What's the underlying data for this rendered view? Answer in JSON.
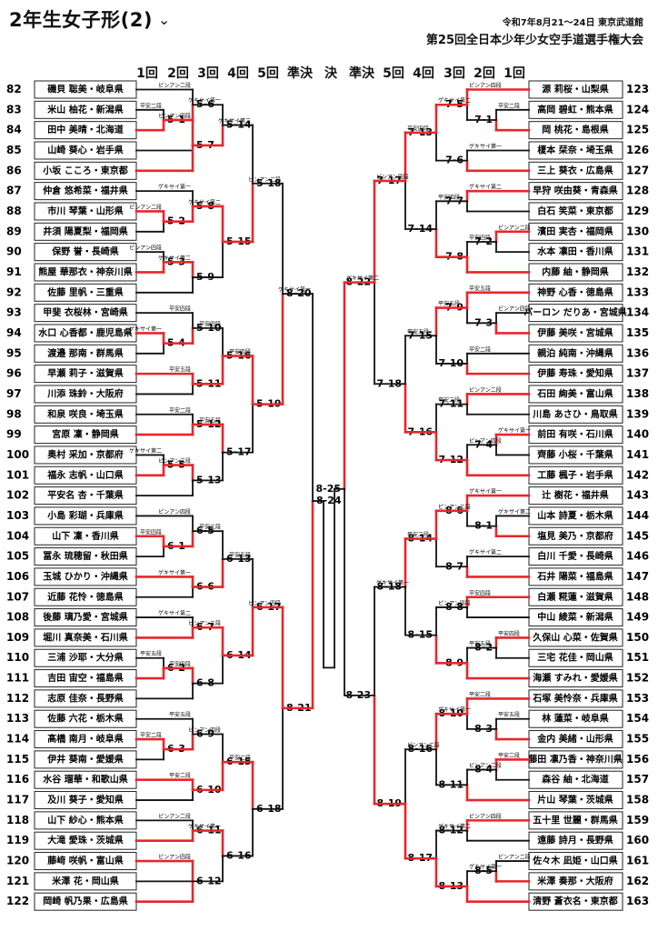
{
  "title": "2年生女子形(2)",
  "date": "令和7年8月21～24日 東京武道館",
  "tournament": "第25回全日本少年少女空手道選手権大会",
  "rounds": [
    "1回",
    "2回",
    "3回",
    "4回",
    "5回",
    "準決",
    "決",
    "準決",
    "5回",
    "4回",
    "3回",
    "2回",
    "1回"
  ],
  "left": [
    {
      "n": "82",
      "name": "磯貝 聡美・岐阜県"
    },
    {
      "n": "83",
      "name": "米山 柚花・新潟県"
    },
    {
      "n": "84",
      "name": "田中 美晴・北海道"
    },
    {
      "n": "85",
      "name": "山崎 葵心・岩手県"
    },
    {
      "n": "86",
      "name": "小坂 こころ・東京都"
    },
    {
      "n": "87",
      "name": "仲倉 悠希菜・福井県"
    },
    {
      "n": "88",
      "name": "市川 琴葉・山形県"
    },
    {
      "n": "89",
      "name": "井須 陽夏梨・福岡県"
    },
    {
      "n": "90",
      "name": "保野 誉・長崎県"
    },
    {
      "n": "91",
      "name": "熊屋 華那衣・神奈川県"
    },
    {
      "n": "92",
      "name": "佐藤 里帆・三重県"
    },
    {
      "n": "93",
      "name": "甲斐 衣桜林・宮崎県"
    },
    {
      "n": "94",
      "name": "水口 心香都・鹿児島県"
    },
    {
      "n": "95",
      "name": "渡邉 那南・群馬県"
    },
    {
      "n": "96",
      "name": "早瀬 莉子・滋賀県"
    },
    {
      "n": "97",
      "name": "川添 珠鈴・大阪府"
    },
    {
      "n": "98",
      "name": "和泉 咲良・埼玉県"
    },
    {
      "n": "99",
      "name": "宮原 凜・静岡県"
    },
    {
      "n": "100",
      "name": "奥村 采加・京都府"
    },
    {
      "n": "101",
      "name": "福永 志帆・山口県"
    },
    {
      "n": "102",
      "name": "平安名 杏・千葉県"
    },
    {
      "n": "103",
      "name": "小島 彩瑚・兵庫県"
    },
    {
      "n": "104",
      "name": "山下 凜・香川県"
    },
    {
      "n": "105",
      "name": "冨永 琉穂留・秋田県"
    },
    {
      "n": "106",
      "name": "玉城 ひかり・沖縄県"
    },
    {
      "n": "107",
      "name": "近藤 花怜・徳島県"
    },
    {
      "n": "108",
      "name": "後藤 璃乃愛・宮城県"
    },
    {
      "n": "109",
      "name": "堀川 真奈美・石川県"
    },
    {
      "n": "110",
      "name": "三浦 沙耶・大分県"
    },
    {
      "n": "111",
      "name": "吉田 宙空・福島県"
    },
    {
      "n": "112",
      "name": "志原 佳奈・長野県"
    },
    {
      "n": "113",
      "name": "佐藤 六花・栃木県"
    },
    {
      "n": "114",
      "name": "髙橋 南月・岐阜県"
    },
    {
      "n": "115",
      "name": "伊井 葵南・愛媛県"
    },
    {
      "n": "116",
      "name": "水谷 瑠華・和歌山県"
    },
    {
      "n": "117",
      "name": "及川 葵子・愛知県"
    },
    {
      "n": "118",
      "name": "山下 紗心・熊本県"
    },
    {
      "n": "119",
      "name": "大滝 愛珠・茨城県"
    },
    {
      "n": "120",
      "name": "藤﨑 咲帆・富山県"
    },
    {
      "n": "121",
      "name": "米澤 花・岡山県"
    },
    {
      "n": "122",
      "name": "岡崎 帆乃果・広島県"
    }
  ],
  "right": [
    {
      "n": "123",
      "name": "源 莉桜・山梨県"
    },
    {
      "n": "124",
      "name": "高岡 碧虹・熊本県"
    },
    {
      "n": "125",
      "name": "岡 桃花・島根県"
    },
    {
      "n": "126",
      "name": "榎本 栞奈・埼玉県"
    },
    {
      "n": "127",
      "name": "三上 葵衣・広島県"
    },
    {
      "n": "128",
      "name": "早狩 咲由葵・青森県"
    },
    {
      "n": "129",
      "name": "白石 笑菜・東京都"
    },
    {
      "n": "130",
      "name": "濱田 実杏・福岡県"
    },
    {
      "n": "131",
      "name": "水本 凛田・香川県"
    },
    {
      "n": "132",
      "name": "内藤 紬・静岡県"
    },
    {
      "n": "133",
      "name": "神野 心香・徳島県"
    },
    {
      "n": "134",
      "name": "バーロン だりあ・宮城県"
    },
    {
      "n": "135",
      "name": "伊藤 美咲・宮城県"
    },
    {
      "n": "136",
      "name": "親泊 純南・沖縄県"
    },
    {
      "n": "137",
      "name": "伊藤 寿珠・愛知県"
    },
    {
      "n": "138",
      "name": "石田 絢美・富山県"
    },
    {
      "n": "139",
      "name": "川島 あさひ・鳥取県"
    },
    {
      "n": "140",
      "name": "前田 有咲・石川県"
    },
    {
      "n": "141",
      "name": "齊藤 小桜・千葉県"
    },
    {
      "n": "142",
      "name": "工藤 楓子・岩手県"
    },
    {
      "n": "143",
      "name": "辻 樹花・福井県"
    },
    {
      "n": "144",
      "name": "山本 詩夏・栃木県"
    },
    {
      "n": "145",
      "name": "塩見 美乃・京都府"
    },
    {
      "n": "146",
      "name": "白川 千愛・長崎県"
    },
    {
      "n": "147",
      "name": "石井 陽菜・福島県"
    },
    {
      "n": "148",
      "name": "白瀬 糀蓮・滋賀県"
    },
    {
      "n": "149",
      "name": "中山 綾菜・新潟県"
    },
    {
      "n": "150",
      "name": "久保山 心菜・佐賀県"
    },
    {
      "n": "151",
      "name": "三宅 花佳・岡山県"
    },
    {
      "n": "152",
      "name": "海瀬 すみれ・愛媛県"
    },
    {
      "n": "153",
      "name": "石塚 美怜奈・兵庫県"
    },
    {
      "n": "154",
      "name": "林 蓮菜・岐阜県"
    },
    {
      "n": "155",
      "name": "金内 美緒・山形県"
    },
    {
      "n": "156",
      "name": "藤田 凛乃香・神奈川県"
    },
    {
      "n": "157",
      "name": "森谷 紬・北海道"
    },
    {
      "n": "158",
      "name": "片山 琴葉・茨城県"
    },
    {
      "n": "159",
      "name": "五十里 世麗・群馬県"
    },
    {
      "n": "160",
      "name": "遠藤 詩月・長野県"
    },
    {
      "n": "161",
      "name": "佐々木 凪姫・山口県"
    },
    {
      "n": "162",
      "name": "米澤 奏那・大阪府"
    },
    {
      "n": "163",
      "name": "清野 蒼衣名・東京都"
    }
  ],
  "left_matches": {
    "r1": [
      [
        "5-1",
        1,
        2
      ],
      [
        "5-2",
        6,
        7
      ],
      [
        "5-3",
        8,
        9
      ],
      [
        "5-4",
        12,
        13
      ],
      [
        "5-5",
        18,
        19
      ],
      [
        "6-1",
        22,
        23
      ],
      [
        "6-2",
        28,
        29
      ],
      [
        "6-3",
        32,
        33
      ]
    ],
    "r2": [
      [
        "5-6",
        0,
        "5-1"
      ],
      [
        "5-7",
        "5-1",
        3,
        4
      ],
      [
        "5-8",
        5,
        "5-2"
      ],
      [
        "5-9",
        "5-3",
        10
      ],
      [
        "5-10",
        11,
        "5-4"
      ],
      [
        "5-11",
        14,
        15
      ],
      [
        "5-12",
        16,
        17
      ],
      [
        "5-13",
        "5-5",
        20
      ],
      [
        "6-5",
        21,
        "6-1"
      ],
      [
        "6-6",
        24,
        25
      ],
      [
        "6-7",
        26,
        27
      ],
      [
        "6-8",
        "6-2",
        30
      ],
      [
        "6-9",
        31,
        "6-3"
      ],
      [
        "6-10",
        34,
        35
      ],
      [
        "6-11",
        36,
        37
      ],
      [
        "6-12",
        38,
        39,
        40
      ]
    ],
    "r3": [
      [
        "5-14",
        "5-6",
        "5-7"
      ],
      [
        "5-15",
        "5-8",
        "5-9"
      ],
      [
        "5-16",
        "5-10",
        "5-11"
      ],
      [
        "5-17",
        "5-12",
        "5-13"
      ],
      [
        "6-13",
        "6-5",
        "6-6"
      ],
      [
        "6-14",
        "6-7",
        "6-8"
      ],
      [
        "6-15",
        "6-9",
        "6-10"
      ],
      [
        "6-16",
        "6-11",
        "6-12"
      ]
    ],
    "r4": [
      [
        "5-18",
        "5-14",
        "5-15"
      ],
      [
        "5-19",
        "5-16",
        "5-17"
      ],
      [
        "6-17",
        "6-13",
        "6-14"
      ],
      [
        "6-18",
        "6-15",
        "6-16"
      ]
    ],
    "r5": [
      [
        "8-20",
        "5-18",
        "5-19"
      ],
      [
        "8-21",
        "6-17",
        "6-18"
      ]
    ],
    "sf": [
      [
        "8-24",
        "8-20",
        "8-21"
      ]
    ]
  },
  "right_matches": {
    "r1": [
      [
        "7-1",
        1,
        2
      ],
      [
        "7-2",
        7,
        8
      ],
      [
        "7-3",
        11,
        12
      ],
      [
        "7-4",
        17,
        18
      ],
      [
        "8-1",
        21,
        22
      ],
      [
        "8-2",
        27,
        28
      ],
      [
        "8-3",
        31,
        32
      ],
      [
        "8-4",
        33,
        34
      ],
      [
        "8-5",
        38,
        39
      ]
    ],
    "r2": [
      [
        "7-5",
        0,
        "7-1"
      ],
      [
        "7-6",
        3,
        4
      ],
      [
        "7-7",
        5,
        6
      ],
      [
        "7-8",
        "7-2",
        9
      ],
      [
        "7-9",
        10,
        "7-3"
      ],
      [
        "7-10",
        13,
        14
      ],
      [
        "7-11",
        15,
        16
      ],
      [
        "7-12",
        "7-4",
        19
      ],
      [
        "8-6",
        20,
        "8-1"
      ],
      [
        "8-7",
        23,
        24
      ],
      [
        "8-8",
        25,
        26
      ],
      [
        "8-9",
        "8-2",
        29
      ],
      [
        "8-10",
        30,
        "8-3"
      ],
      [
        "8-11",
        "8-4",
        35
      ],
      [
        "8-12",
        36,
        37
      ],
      [
        "8-13",
        "8-5",
        40
      ]
    ],
    "r3": [
      [
        "7-13",
        "7-5",
        "7-6"
      ],
      [
        "7-14",
        "7-7",
        "7-8"
      ],
      [
        "7-15",
        "7-9",
        "7-10"
      ],
      [
        "7-16",
        "7-11",
        "7-12"
      ],
      [
        "8-14",
        "8-6",
        "8-7"
      ],
      [
        "8-15",
        "8-8",
        "8-9"
      ],
      [
        "8-16",
        "8-10",
        "8-11"
      ],
      [
        "8-17",
        "8-12",
        "8-13"
      ]
    ],
    "r4": [
      [
        "7-17",
        "7-13",
        "7-14"
      ],
      [
        "7-18",
        "7-15",
        "7-16"
      ],
      [
        "8-18",
        "8-14",
        "8-15"
      ],
      [
        "8-19",
        "8-16",
        "8-17"
      ]
    ],
    "r5": [
      [
        "8-22",
        "7-17",
        "7-18"
      ],
      [
        "8-23",
        "8-18",
        "8-19"
      ]
    ],
    "sf": [
      [
        "8-25",
        "8-22",
        "8-23"
      ]
    ]
  },
  "techniques": [
    "平安五段",
    "平安二段",
    "ピンアン二段",
    "ピンアン四段",
    "ゲキサイ第一",
    "ゲキサイ第二",
    "平安四段"
  ],
  "colors": {
    "red": "#e8262b",
    "black": "#111111",
    "box_border": "#222222"
  }
}
